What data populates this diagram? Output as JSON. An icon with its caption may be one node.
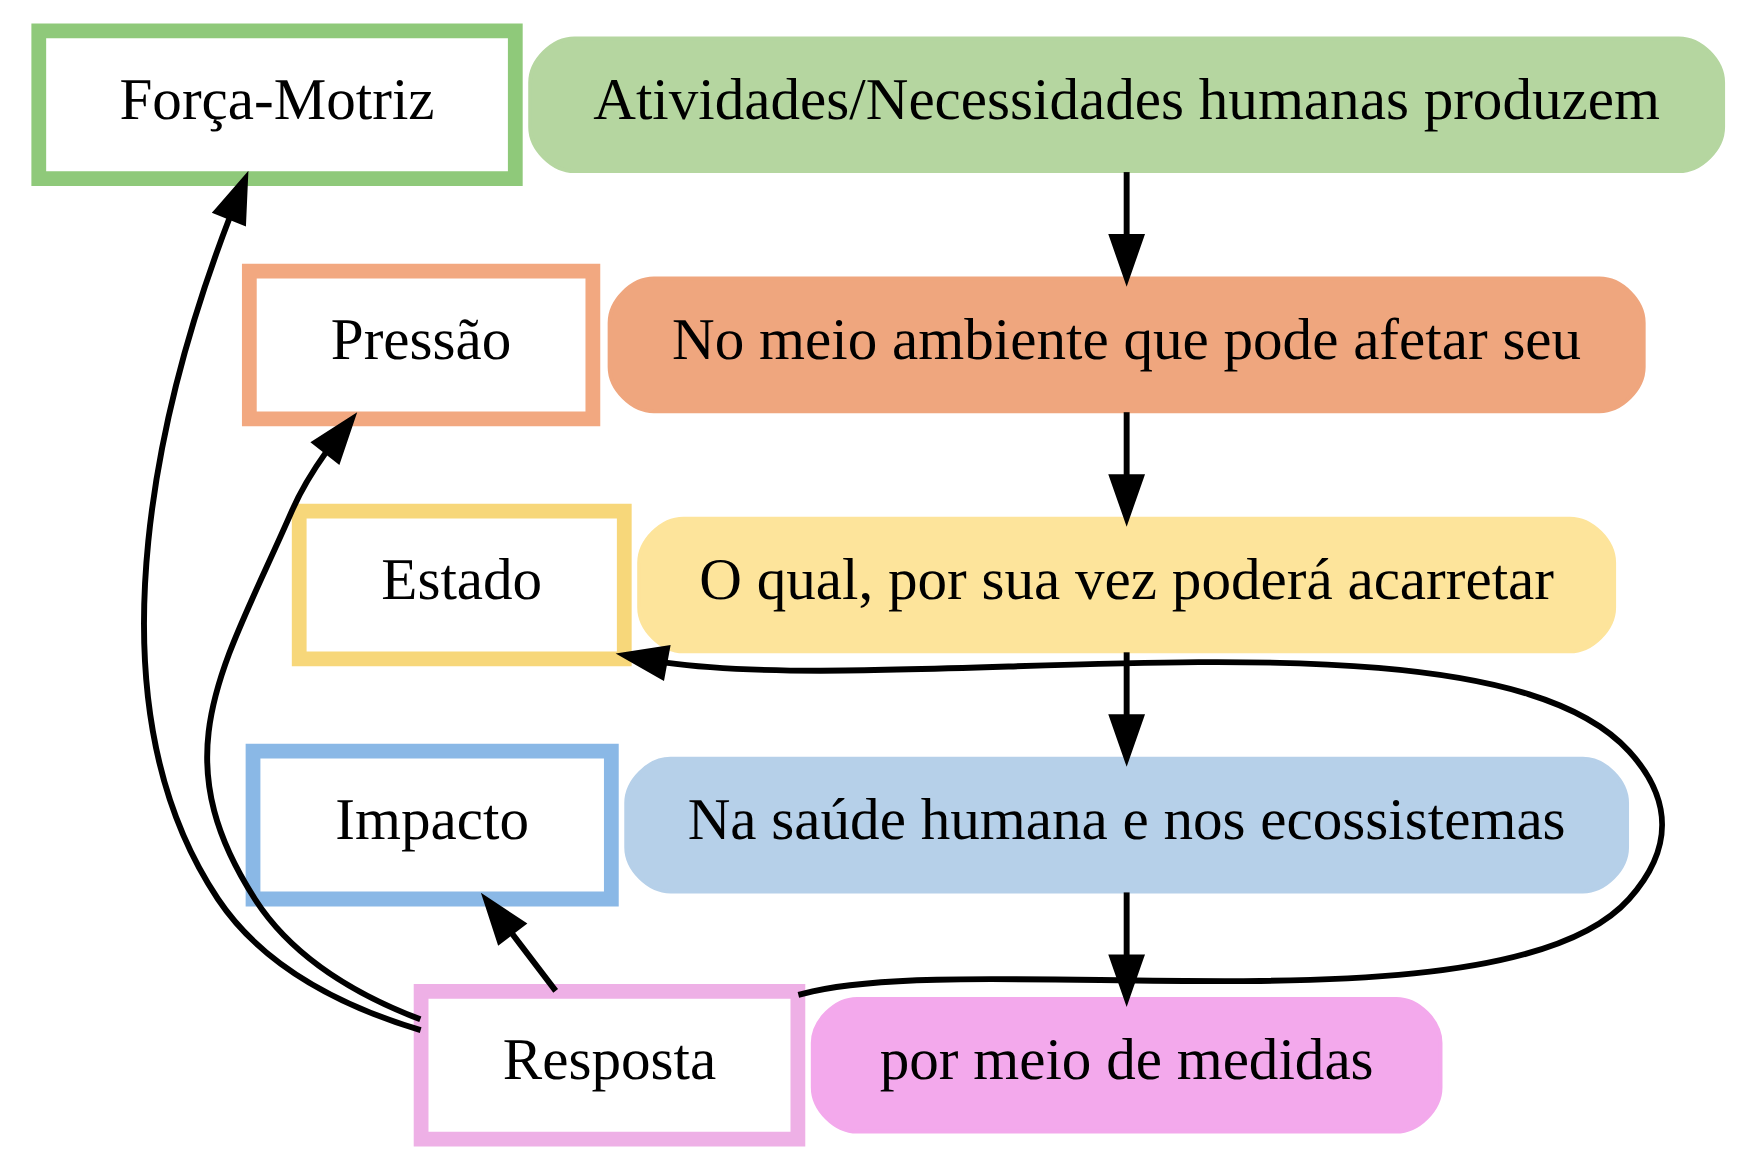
{
  "diagram": {
    "nodes": [
      {
        "text": [
          "Força-Motriz"
        ]
      },
      {
        "text": [
          "Atividades/Necessidades humanas produzem"
        ]
      },
      {
        "text": [
          "Pressão"
        ]
      },
      {
        "text": [
          "No meio ambiente que pode afetar seu"
        ]
      },
      {
        "text": [
          "Estado"
        ]
      },
      {
        "text": [
          "O qual, por sua vez poderá acarretar"
        ]
      },
      {
        "text": [
          "Impacto"
        ]
      },
      {
        "text": [
          "Na saúde humana e nos ecossistemas"
        ]
      },
      {
        "text": [
          "Resposta"
        ]
      },
      {
        "text": [
          "por meio de medidas"
        ]
      }
    ],
    "edges": [
      {
        "from": 1,
        "to": 3,
        "arrow": "to"
      },
      {
        "from": 3,
        "to": 5,
        "arrow": "to"
      },
      {
        "from": 5,
        "to": 7,
        "arrow": "to"
      },
      {
        "from": 7,
        "to": 9,
        "arrow": "to"
      },
      {
        "from": 8,
        "to": 0,
        "arrow": "to"
      },
      {
        "from": 8,
        "to": 2,
        "arrow": "to"
      },
      {
        "from": 8,
        "to": 4,
        "arrow": "to"
      },
      {
        "from": 8,
        "to": 6,
        "arrow": "to"
      }
    ]
  }
}
